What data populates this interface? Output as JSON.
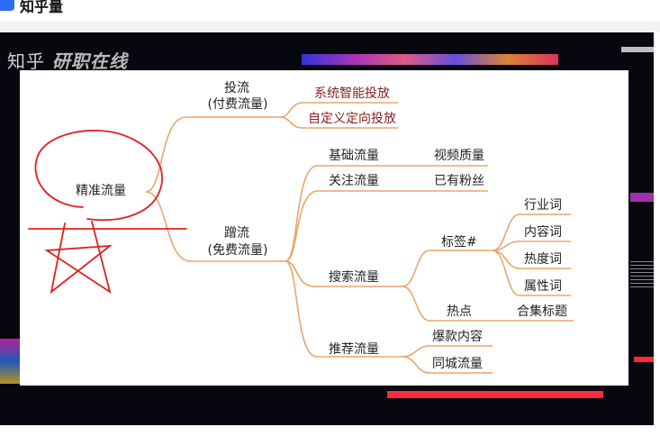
{
  "app": {
    "title": "知乎量"
  },
  "video": {
    "brand_main": "知乎",
    "brand_sub": "研职在线"
  },
  "mindmap": {
    "root": "精准流量",
    "paid": {
      "title": "投流",
      "subtitle": "(付费流量)",
      "items": [
        "系统智能投放",
        "自定义定向投放"
      ]
    },
    "free": {
      "title": "蹭流",
      "subtitle": "(免费流量)",
      "basic": {
        "label": "基础流量",
        "detail": "视频质量"
      },
      "follow": {
        "label": "关注流量",
        "detail": "已有粉丝"
      },
      "search": {
        "label": "搜索流量",
        "tag": "标签#",
        "tag_items": [
          "行业词",
          "内容词",
          "热度词",
          "属性词"
        ],
        "hot": "热点",
        "hot_detail": "合集标题"
      },
      "recommend": {
        "label": "推荐流量",
        "items": [
          "爆款内容",
          "同城流量"
        ]
      }
    }
  },
  "colors": {
    "branch": "#e9a56b",
    "annotation": "#e02020",
    "video_bg": "#07080f"
  }
}
